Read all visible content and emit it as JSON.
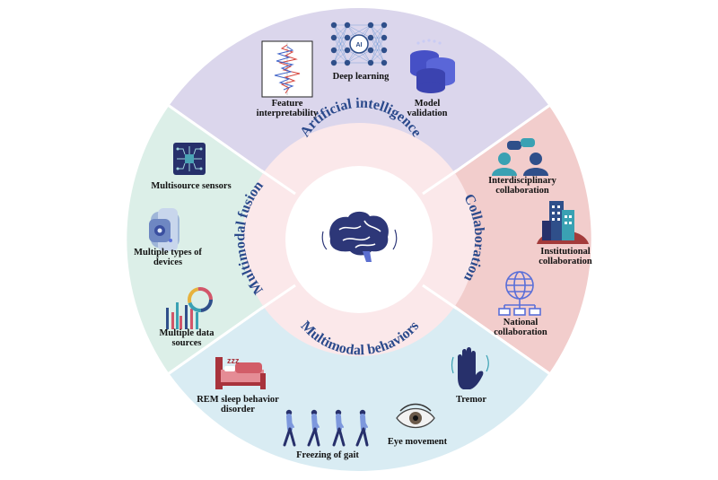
{
  "colors": {
    "ai": "#dbd6ec",
    "collaboration": "#f2cdcc",
    "behaviors": "#d9ecf3",
    "fusion": "#dcefe8",
    "inner_ring": "#fbe8ea",
    "center": "#ffffff",
    "ring_text": "#2b4a8c",
    "navy": "#27306b",
    "teal": "#4aa3b5",
    "blue_icon": "#5a6fd8",
    "divider": "#ffffff"
  },
  "center_icon": "brain-icon",
  "ring": {
    "ai": "Artificial intelligence",
    "collaboration": "Collaboration",
    "behaviors": "Multimodal behaviors",
    "fusion": "Multimodal fusion"
  },
  "items": {
    "feature": {
      "l1": "Feature",
      "l2": "interpretability",
      "icon": "feature-plot-icon"
    },
    "deep": {
      "l1": "Deep learning",
      "icon": "neural-network-icon"
    },
    "model": {
      "l1": "Model",
      "l2": "validation",
      "icon": "database-icon"
    },
    "inter": {
      "l1": "Interdisciplinary",
      "l2": "collaboration",
      "icon": "people-chat-icon"
    },
    "inst": {
      "l1": "Institutional",
      "l2": "collaboration",
      "icon": "buildings-icon"
    },
    "national": {
      "l1": "National",
      "l2": "collaboration",
      "icon": "globe-network-icon"
    },
    "tremor": {
      "l1": "Tremor",
      "icon": "hand-icon"
    },
    "eye": {
      "l1": "Eye movement",
      "icon": "eye-icon"
    },
    "gait": {
      "l1": "Freezing of gait",
      "icon": "walking-figures-icon"
    },
    "rem": {
      "l1": "REM sleep behavior",
      "l2": "disorder",
      "icon": "bed-sleep-icon",
      "zzz": "zzz"
    },
    "sources": {
      "l1": "Multiple data",
      "l2": "sources",
      "icon": "data-bars-icon"
    },
    "devices": {
      "l1": "Multiple types of",
      "l2": "devices",
      "icon": "smartwatch-icon"
    },
    "sensors": {
      "l1": "Multisource sensors",
      "icon": "chip-icon"
    },
    "ai_chip": {
      "l1": "AI"
    }
  }
}
